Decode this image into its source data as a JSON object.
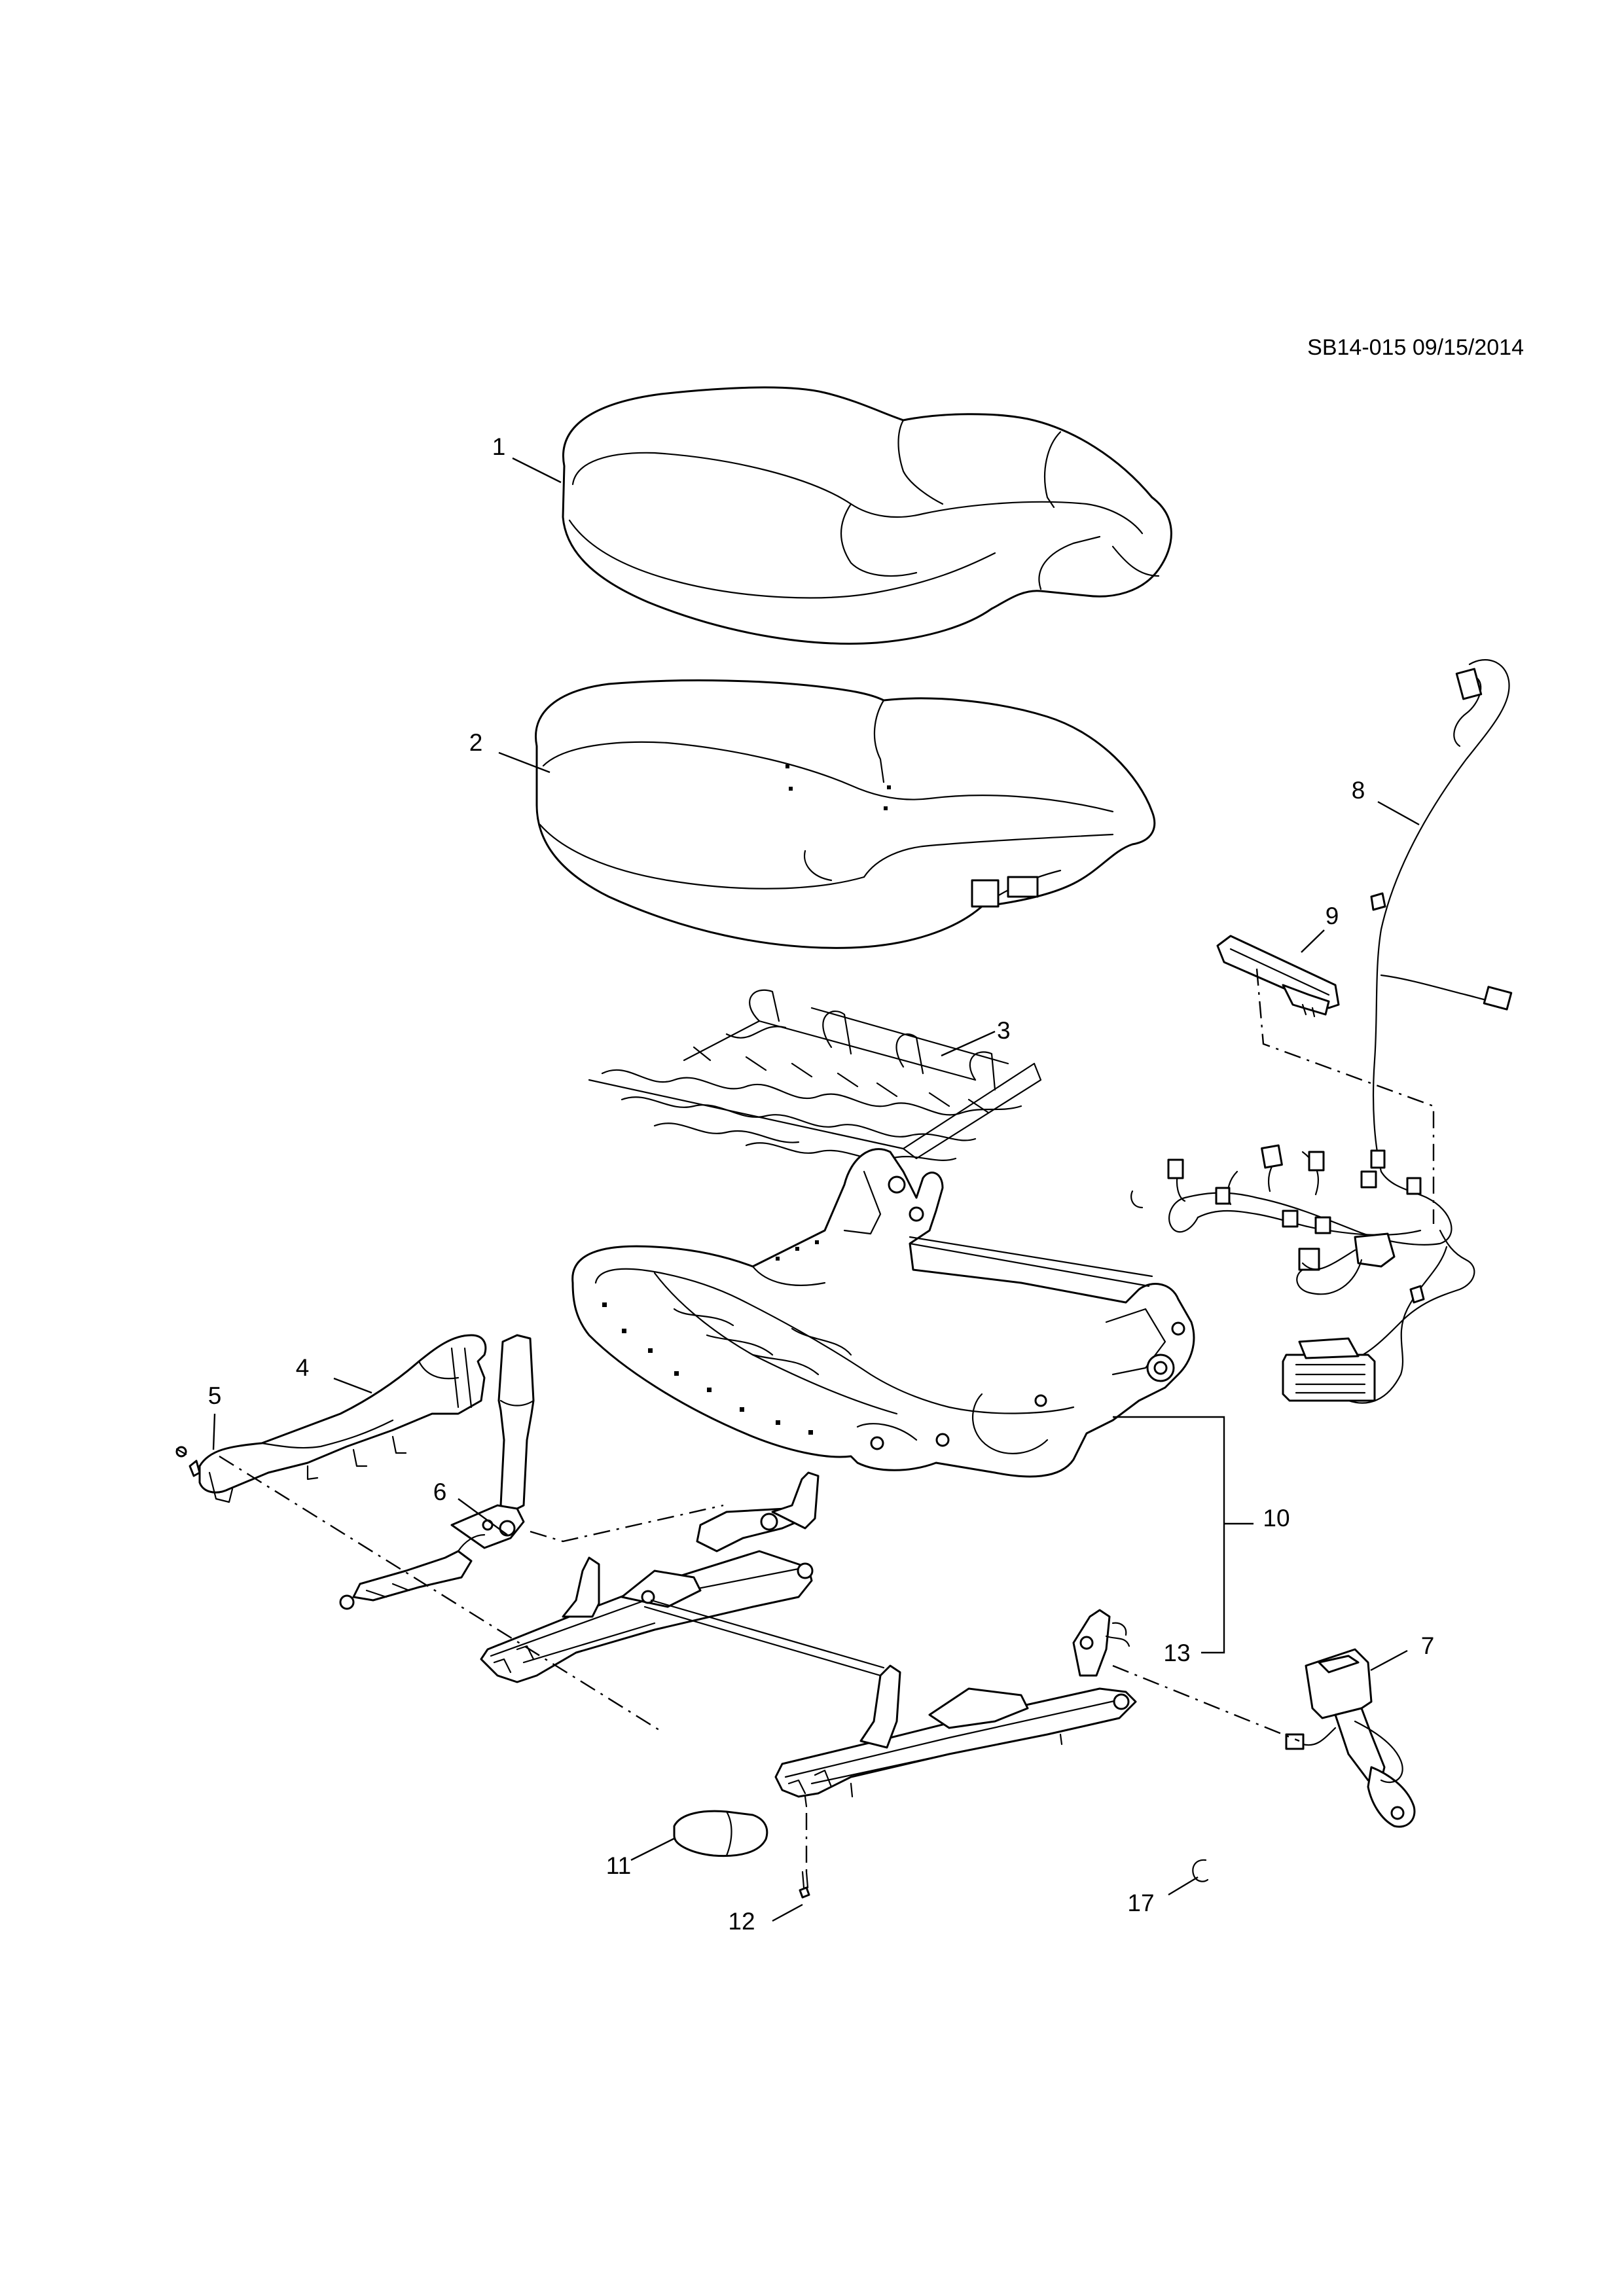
{
  "header": {
    "doc_ref": "SB14-015 09/15/2014"
  },
  "callouts": [
    "1",
    "2",
    "3",
    "4",
    "5",
    "6",
    "7",
    "8",
    "9",
    "10",
    "11",
    "12",
    "13",
    "17"
  ]
}
